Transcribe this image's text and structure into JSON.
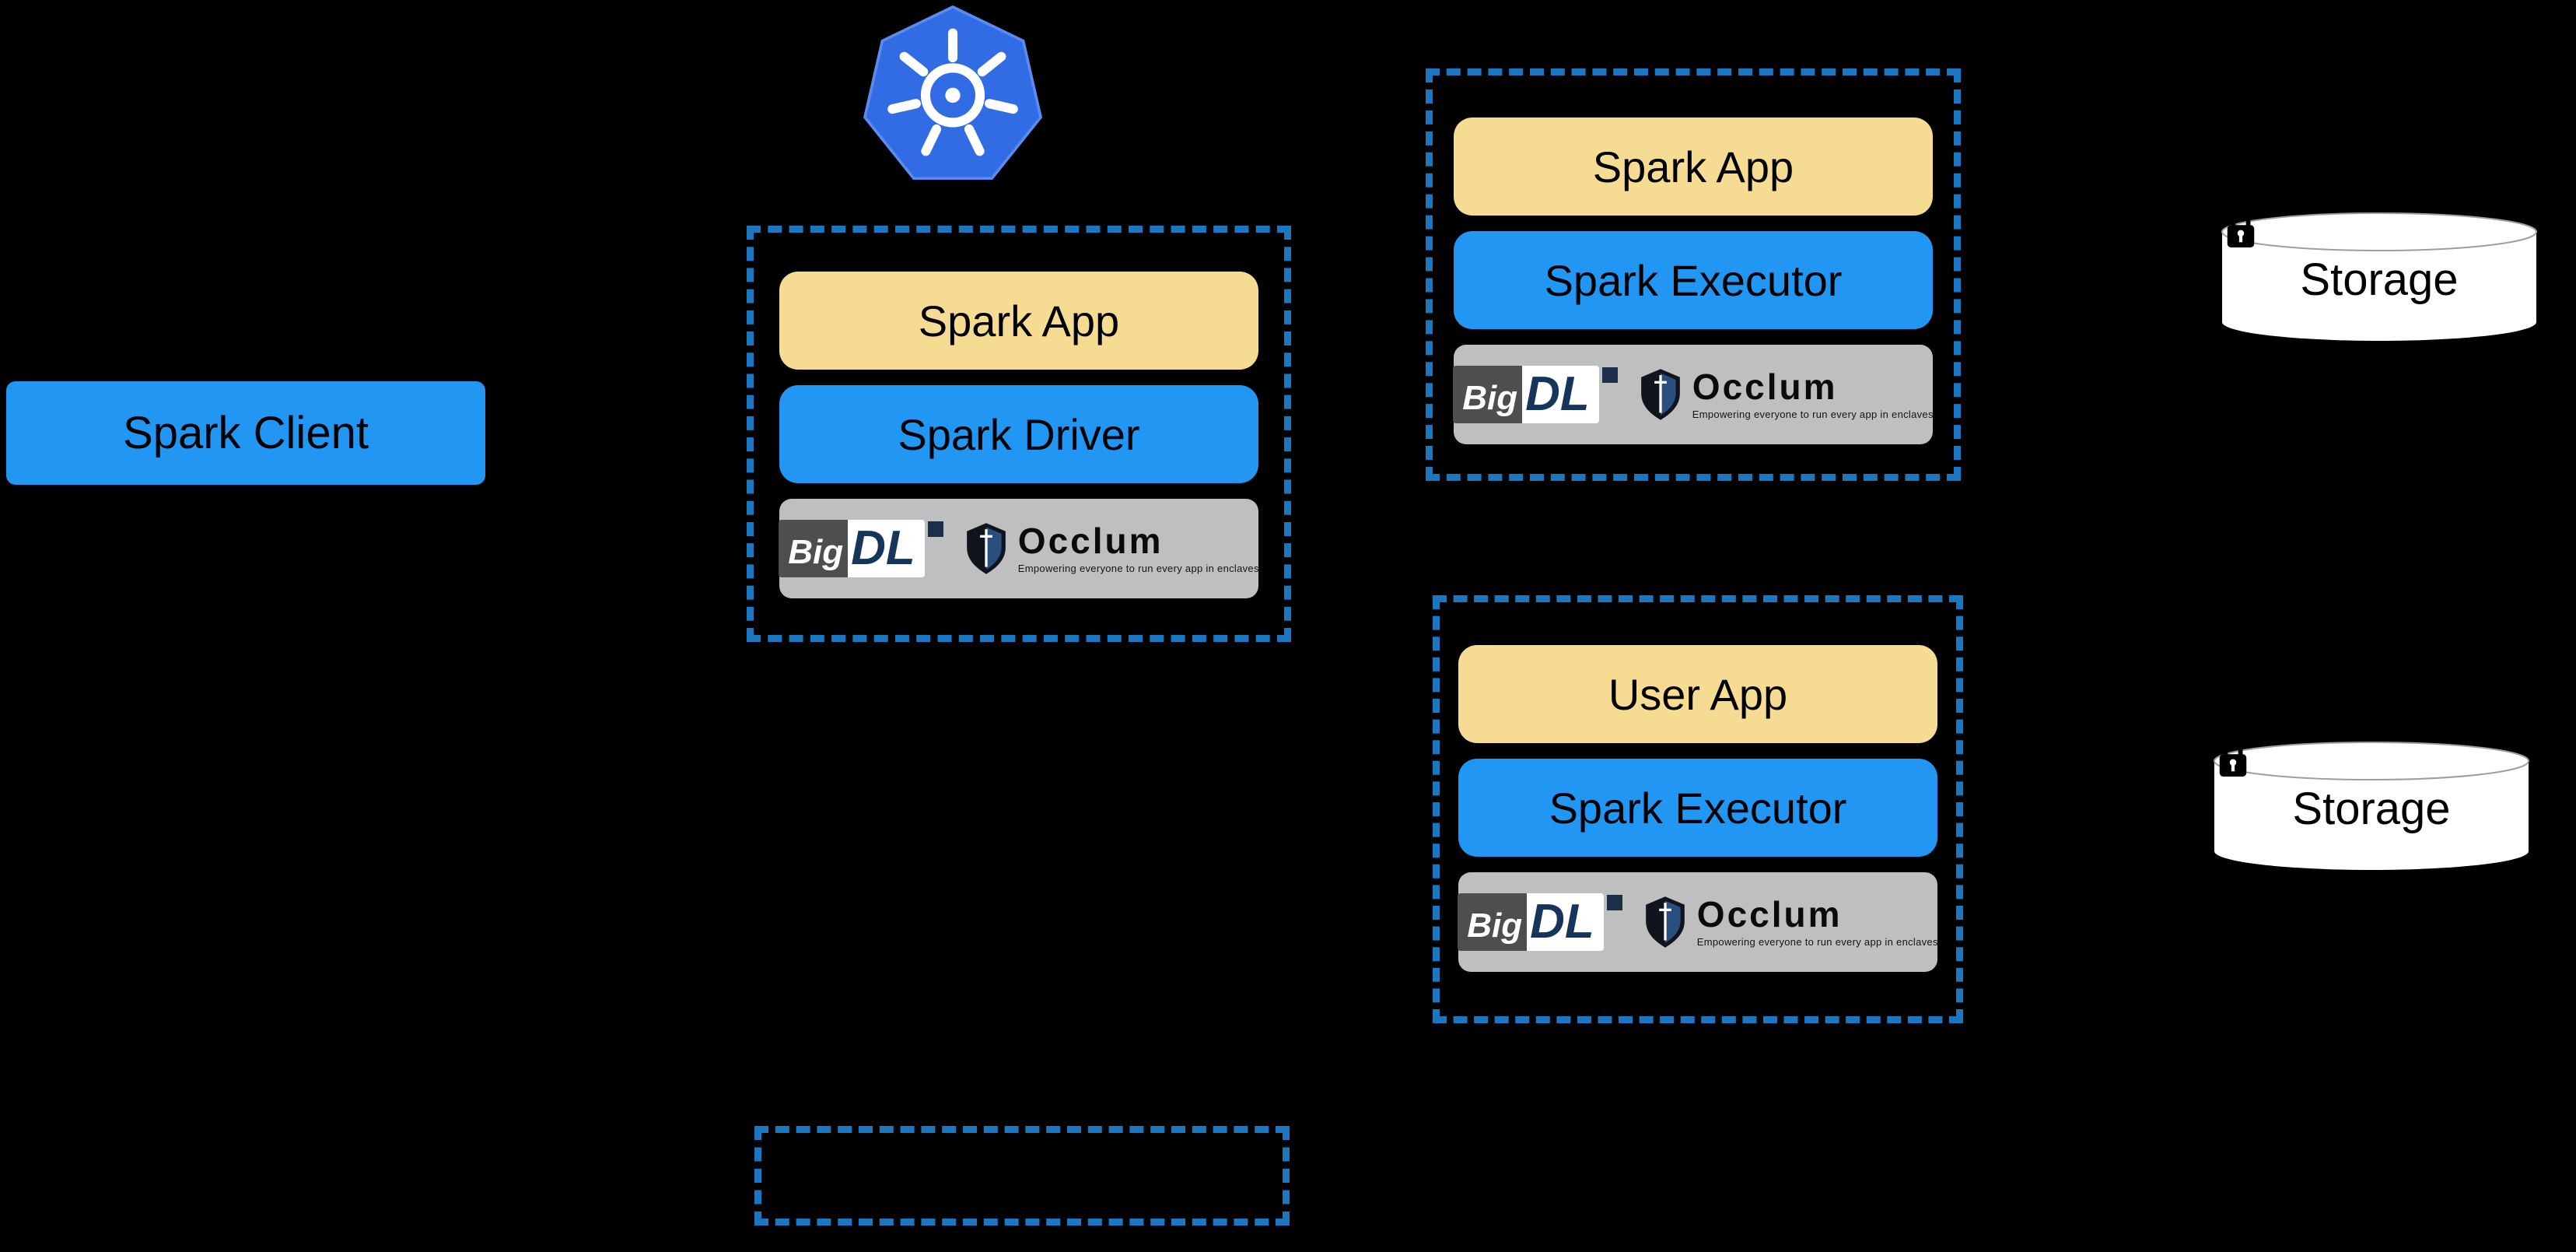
{
  "colors": {
    "background": "#000000",
    "pod_border_blue": "#1B78C0",
    "node_blue": "#2196F3",
    "node_yellow": "#F5DC92",
    "logo_bar_gray": "#BFBFBF",
    "kubernetes_blue": "#326CE5",
    "storage_white": "#FFFFFF"
  },
  "icons": {
    "kubernetes": "kubernetes-helm-wheel-logo",
    "occlum_shield": "occlum-shield-logo",
    "storage_lock": "padlock-icon",
    "storage_shape": "database-cylinder"
  },
  "client": {
    "label": "Spark Client"
  },
  "pods": [
    {
      "name": "driver-pod",
      "app": "Spark App",
      "role": "Spark Driver"
    },
    {
      "name": "executor-pod-1",
      "app": "Spark App",
      "role": "Spark Executor"
    },
    {
      "name": "executor-pod-2",
      "app": "User App",
      "role": "Spark Executor"
    }
  ],
  "logos": {
    "bigdl_big": "Big",
    "bigdl_dl": "DL",
    "occlum_name": "Occlum",
    "occlum_tagline": "Empowering everyone to run every app in enclaves"
  },
  "storages": [
    {
      "label": "Storage"
    },
    {
      "label": "Storage"
    }
  ]
}
